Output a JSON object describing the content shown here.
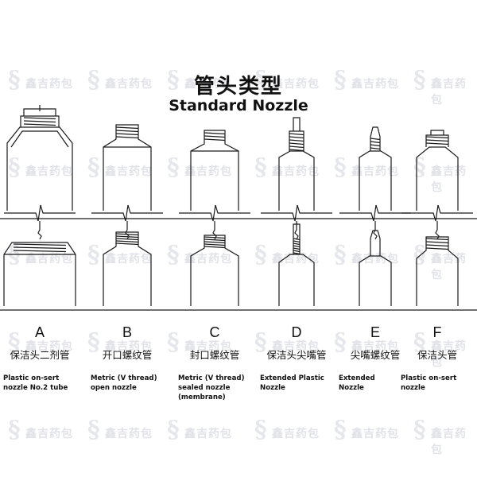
{
  "title_cn": "管头类型",
  "title_en": "Standard Nozzle",
  "watermark_text": "鑫吉药包",
  "nozzles": [
    {
      "letter": "A",
      "name_cn": "保洁头二剂管",
      "name_en": [
        "Plastic on-sert",
        "nozzle No.2 tube"
      ]
    },
    {
      "letter": "B",
      "name_cn": "开口螺纹管",
      "name_en": [
        "Metric (V thread)",
        "open nozzle"
      ]
    },
    {
      "letter": "C",
      "name_cn": "封口螺纹管",
      "name_en": [
        "Metric (V thread)",
        "sealed nozzle",
        "(membrane)"
      ]
    },
    {
      "letter": "D",
      "name_cn": "保洁头尖嘴管",
      "name_en": [
        "Extended Plastic",
        "Nozzle"
      ]
    },
    {
      "letter": "E",
      "name_cn": "尖嘴螺纹管",
      "name_en": [
        "Extended",
        "Nozzle"
      ]
    },
    {
      "letter": "F",
      "name_cn": "保洁头管",
      "name_en": [
        "Plastic on-sert",
        "nozzle"
      ]
    }
  ],
  "colors": {
    "line": "#1a1a1a",
    "watermark": "#c9ccd6"
  }
}
